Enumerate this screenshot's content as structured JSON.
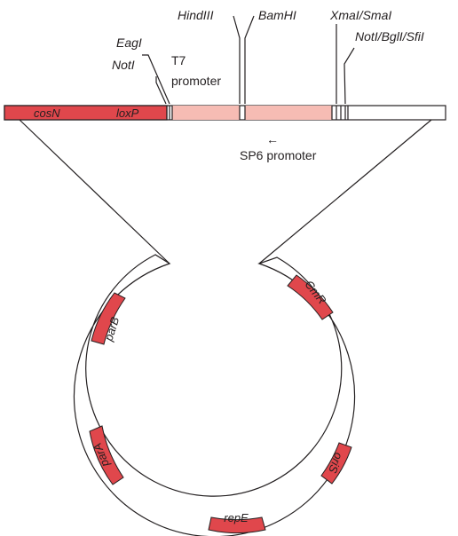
{
  "sites": {
    "eagi": "EagI",
    "noti_left": "NotI",
    "hindiii": "HindIII",
    "bamhi": "BamHI",
    "xmai_smai": "XmaI/SmaI",
    "noti_bgli_sfii": "NotI/BglI/SfiI"
  },
  "t7": {
    "line1": "T7",
    "line2": "promoter"
  },
  "sp6": {
    "label": "SP6 promoter",
    "arrow": "←"
  },
  "bar": {
    "cosN": "cosN",
    "loxP": "loxP"
  },
  "ring": {
    "parB": "parB",
    "parA": "parA",
    "repE": "repE",
    "oriS": "oriS",
    "cmR": "CmR"
  },
  "colors": {
    "segment": "#e0474c",
    "mcs": "#f6bcb4",
    "outline": "#231f20"
  }
}
